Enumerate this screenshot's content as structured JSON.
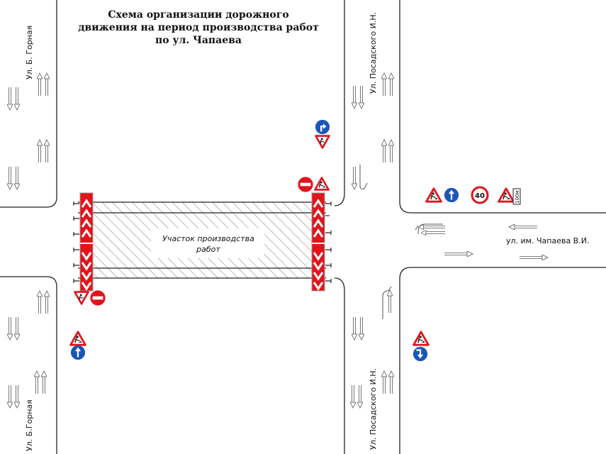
{
  "title": {
    "line1": "Схема организации дорожного",
    "line2": "движения  на период производства работ",
    "line3": "по ул. Чапаева"
  },
  "streets": {
    "west_top": "Ул. Б. Горная",
    "west_bottom": "Ул. Б.Горная",
    "east_top": "Ул. Посадского И.Н.",
    "east_bottom": "Ул. Посадского И.Н.",
    "main": "ул. им. Чапаева В.И."
  },
  "work_zone": {
    "line1": "Участок производства",
    "line2": "работ"
  },
  "signs": {
    "speed_limit": "40",
    "distance_plate": "100м"
  },
  "colors": {
    "road_line": "#222222",
    "sign_red": "#e1141c",
    "sign_blue": "#1a56b8",
    "barrier_red": "#e1141c",
    "hatch": "#555555"
  }
}
